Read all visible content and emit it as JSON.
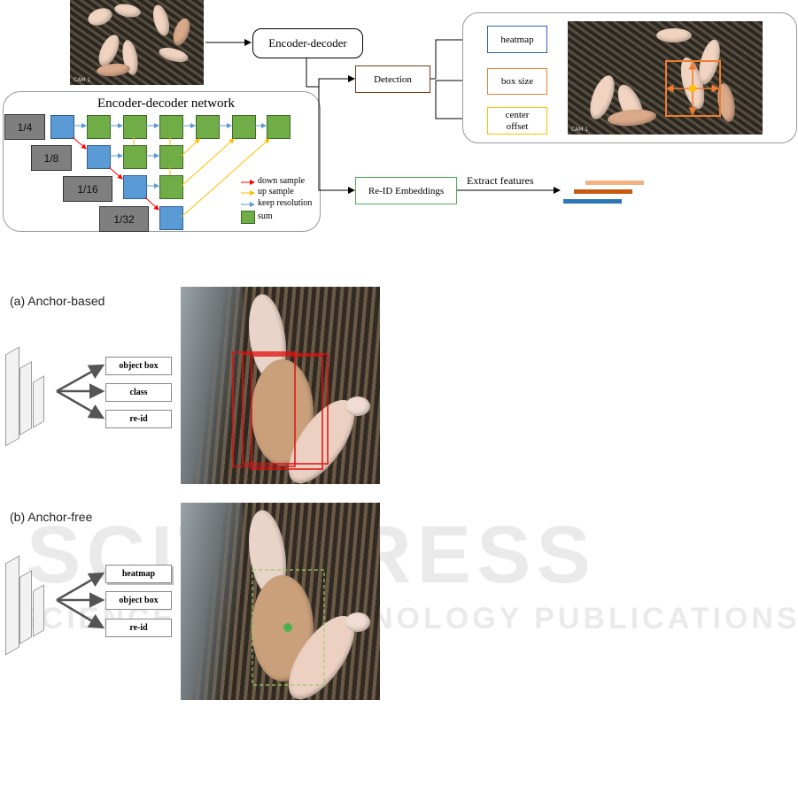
{
  "pipeline": {
    "input_cam_label": "CAM 1",
    "encoder_decoder_label": "Encoder-decoder",
    "detection_label": "Detection",
    "reid_label": "Re-ID Embeddings",
    "extract_features_label": "Extract features",
    "heads": {
      "heatmap": "heatmap",
      "box_size": "box size",
      "center_offset": "center\noffset"
    },
    "output_cam_label": "CAM 1",
    "colors": {
      "detection": "#7a3b12",
      "reid": "#4caf50",
      "heatmap": "#2f5fbf",
      "box_size": "#ed7d31",
      "center_offset": "#ffc000",
      "feature_bar_1": "#f4b183",
      "feature_bar_2": "#c55a11",
      "feature_bar_3": "#2e75b6"
    }
  },
  "network": {
    "title": "Encoder-decoder network",
    "scales": [
      "1/4",
      "1/8",
      "1/16",
      "1/32"
    ],
    "legend": {
      "down_sample": "down sample",
      "up_sample": "up sample",
      "keep_resolution": "keep resolution",
      "sum": "sum"
    },
    "colors": {
      "down_sample": "#ff0000",
      "up_sample": "#ffc000",
      "keep_resolution": "#5b9bd5",
      "sum": "#70ad47",
      "encoder_block": "#5b9bd5"
    }
  },
  "anchor_based": {
    "title": "(a) Anchor-based",
    "outputs": [
      "object box",
      "class",
      "re-id"
    ],
    "box_color": "#e01010"
  },
  "anchor_free": {
    "title": "(b) Anchor-free",
    "outputs": [
      "heatmap",
      "object box",
      "re-id"
    ],
    "box_color": "#9ccc65",
    "center_color": "#4caf50"
  },
  "watermark": {
    "line1": "SCITEPRESS",
    "line2": "SCIENCE AND TECHNOLOGY PUBLICATIONS"
  }
}
